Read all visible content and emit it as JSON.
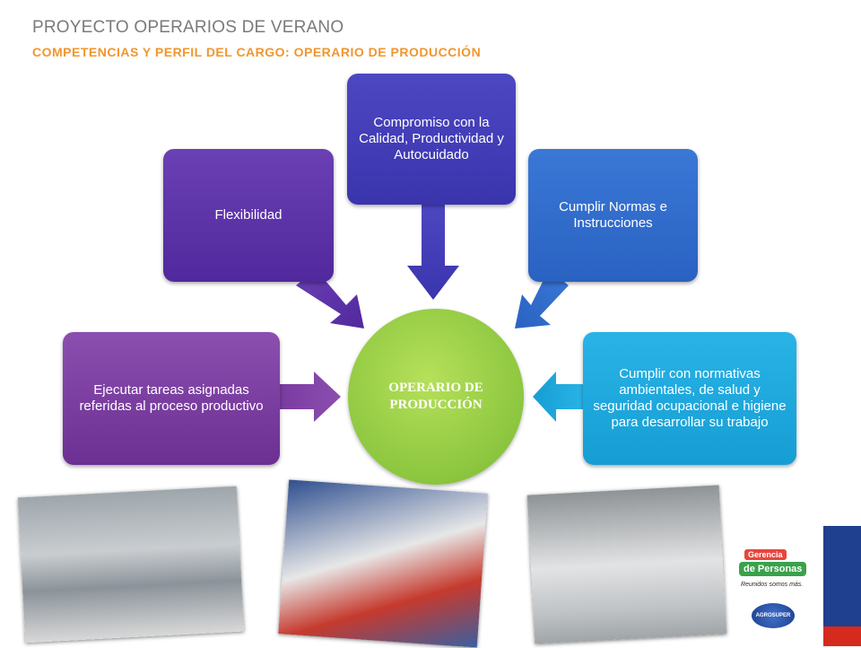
{
  "header": {
    "title": "PROYECTO OPERARIOS DE VERANO",
    "subtitle": "COMPETENCIAS  Y PERFIL DEL CARGO: OPERARIO DE PRODUCCIÓN"
  },
  "diagram": {
    "center": "OPERARIO DE PRODUCCIÓN",
    "nodes": {
      "ejecutar": "Ejecutar tareas asignadas referidas al proceso productivo",
      "flexibilidad": "Flexibilidad",
      "compromiso": "Compromiso con la Calidad, Productividad y Autocuidado",
      "normas": "Cumplir Normas e Instrucciones",
      "normativas": "Cumplir con normativas ambientales, de salud y seguridad ocupacional e higiene para desarrollar su trabajo"
    }
  },
  "logos": {
    "gerencia": "Gerencia",
    "personas": "de Personas",
    "slogan": "Reunidos somos más.",
    "agrosuper": "AGROSUPER"
  },
  "colors": {
    "title": "#7a7a7a",
    "subtitle": "#f0962e",
    "center": "#8cc63f",
    "purple": "#6c2f92",
    "violet": "#52289e",
    "indigo": "#3a34ad",
    "blue": "#2a62c2",
    "cyan": "#169ed4"
  }
}
